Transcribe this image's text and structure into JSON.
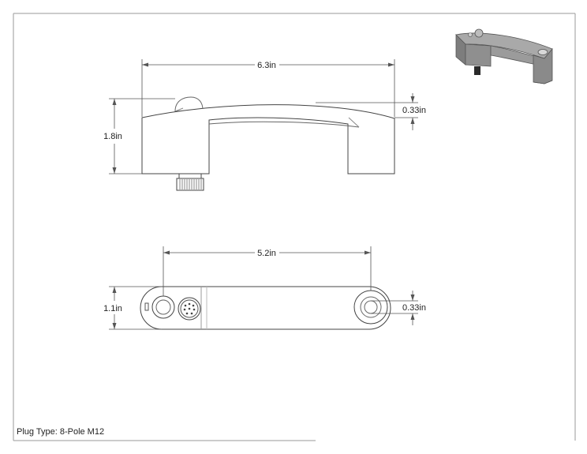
{
  "drawing": {
    "top_view": {
      "width_label": "6.3in",
      "height_label": "1.8in",
      "top_offset_label": "0.33in"
    },
    "bottom_view": {
      "span_label": "5.2in",
      "width_label": "1.1in",
      "hole_offset_label": "0.33in"
    },
    "note": "Plug Type: 8-Pole M12"
  }
}
